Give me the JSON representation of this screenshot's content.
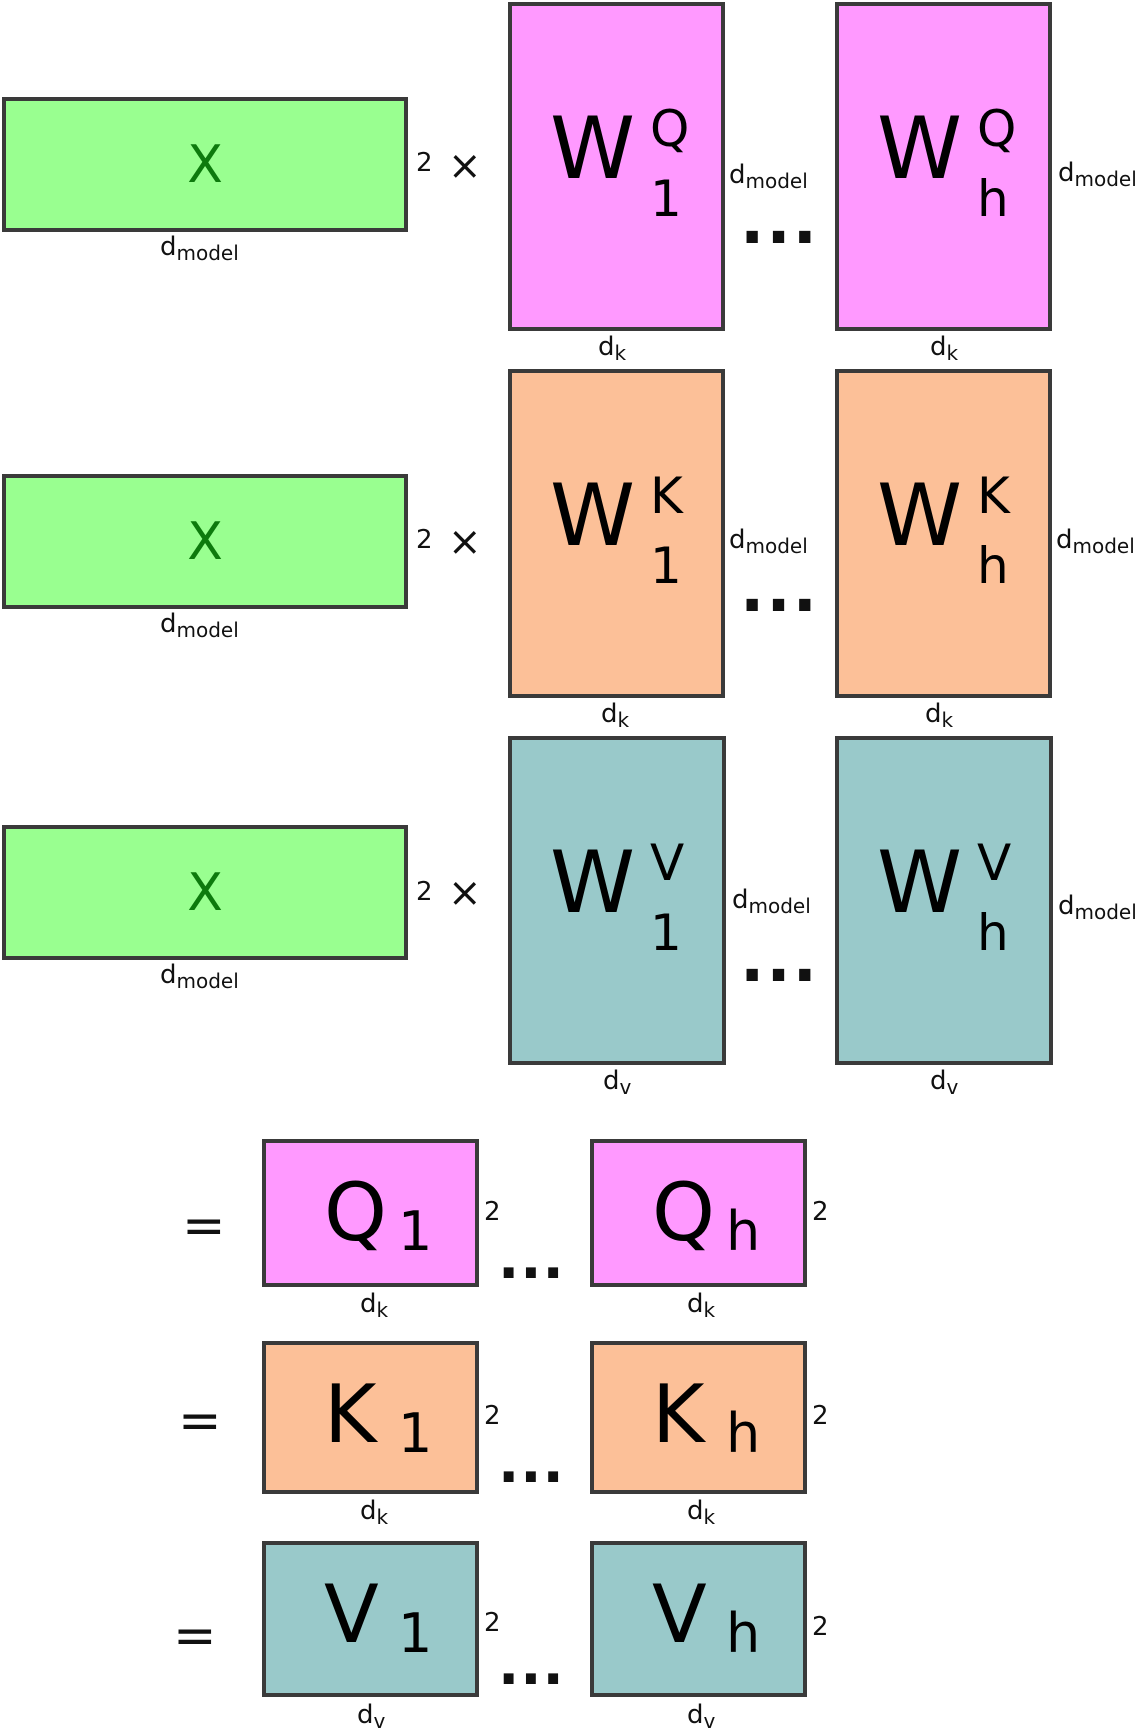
{
  "x_label": "X",
  "times_symbol": "×",
  "equals_symbol": "=",
  "ellipsis": "...",
  "dim_two": "2",
  "dims": {
    "d": "d",
    "model": "model",
    "k": "k",
    "v": "v"
  },
  "weights": {
    "letter": "W",
    "first_head": "1",
    "last_head": "h",
    "query": "Q",
    "key": "K",
    "value": "V"
  },
  "results": {
    "q": "Q",
    "k": "K",
    "v": "V",
    "first_head": "1",
    "last_head": "h"
  },
  "colors": {
    "input_fill": "#99ff90",
    "input_text": "#0d7a0d",
    "query_fill": "#ff99ff",
    "key_fill": "#fcc098",
    "value_fill": "#99c9ca",
    "border": "#3a3a3a"
  }
}
